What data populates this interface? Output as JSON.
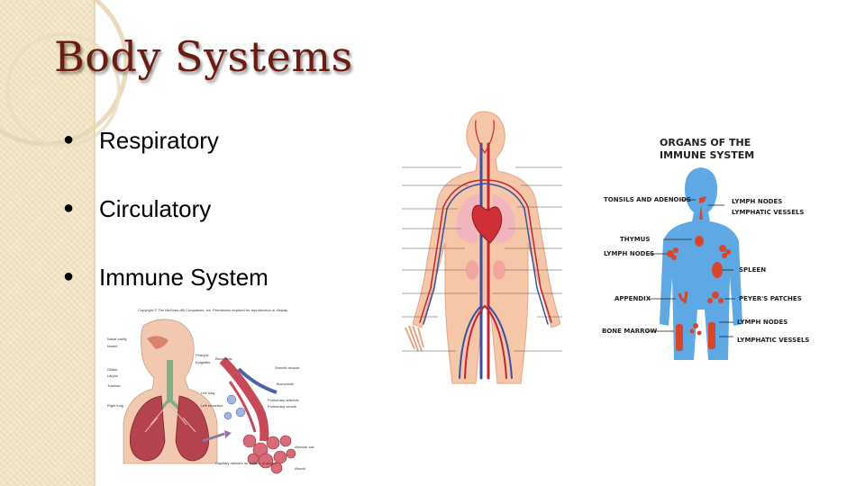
{
  "slide": {
    "title": "Body Systems",
    "bullets": [
      {
        "marker": "●",
        "label": "Respiratory"
      },
      {
        "marker": "●",
        "label": "Circulatory"
      },
      {
        "marker": "●",
        "label": "Immune System"
      }
    ]
  },
  "respiratory_figure": {
    "copyright": "Copyright © The McGraw-Hill Companies, Inc. Permission required for reproduction or display.",
    "labels": {
      "nasal_cavity": "Nasal cavity",
      "nostril": "Nostril",
      "pharynx": "Pharynx",
      "epiglottis": "Epiglottis",
      "glottis": "Glottis",
      "larynx": "Larynx",
      "trachea": "Trachea",
      "right_lung": "Right lung",
      "left_lung": "Left lung",
      "left_bronchus": "Left bronchus",
      "blood_flow": "Blood flow",
      "smooth_muscle": "Smooth muscle",
      "bronchiole": "Bronchiole",
      "pulmonary_arteriole": "Pulmonary arteriole",
      "pulmonary_venule": "Pulmonary venule",
      "alveolar_sac": "Alveolar sac",
      "alveoli": "Alveoli",
      "capillary_network": "Capillary network on surface of alveoli"
    }
  },
  "immune_figure": {
    "heading_line1": "ORGANS OF THE",
    "heading_line2": "IMMUNE SYSTEM",
    "labels": {
      "tonsils": "TONSILS AND ADENOIDS",
      "lymph_nodes_top": "LYMPH NODES",
      "lymphatic_vessels_top": "LYMPHATIC VESSELS",
      "thymus": "THYMUS",
      "lymph_nodes_left": "LYMPH NODES",
      "spleen": "SPLEEN",
      "appendix": "APPENDIX",
      "peyers_patches": "PEYER'S PATCHES",
      "lymph_nodes_bottom": "LYMPH NODES",
      "bone_marrow": "BONE MARROW",
      "lymphatic_vessels_bottom": "LYMPHATIC VESSELS"
    }
  },
  "colors": {
    "title": "#6a1b12",
    "sidebar": "#f1e3c2",
    "immune_body": "#5ea9e4",
    "immune_organs": "#d9452b",
    "circulatory_skin": "#f6c6a8"
  },
  "icons": {
    "bullet": "filled-circle"
  }
}
